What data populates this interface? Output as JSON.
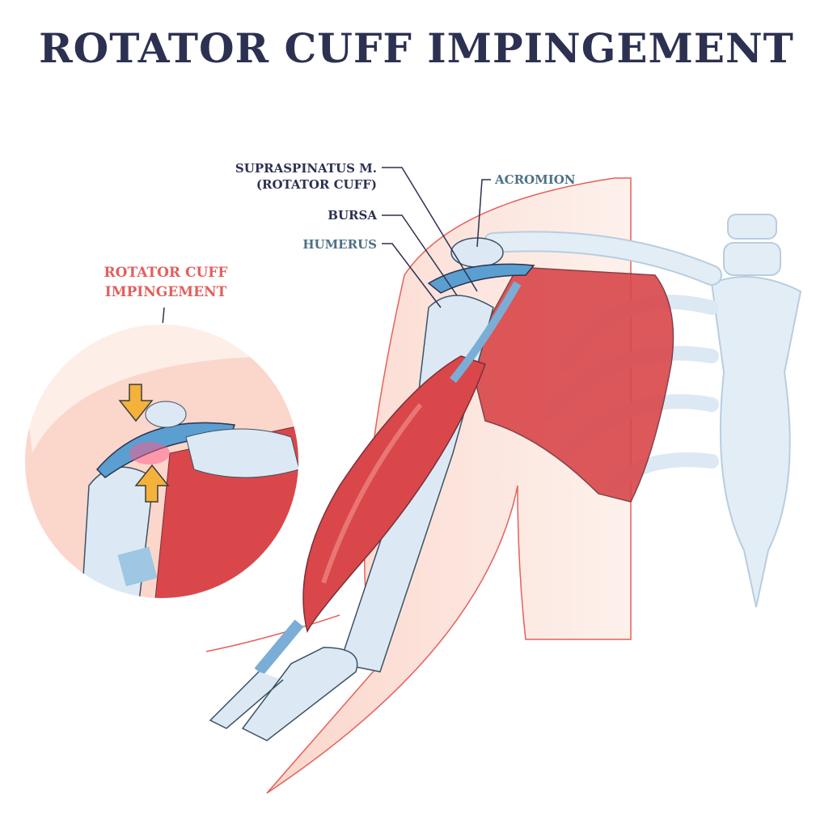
{
  "title": "ROTATOR CUFF IMPINGEMENT",
  "labels": {
    "supraspinatus_line1": "SUPRASPINATUS M.",
    "supraspinatus_line2": "(ROTATOR CUFF)",
    "bursa": "BURSA",
    "humerus": "HUMERUS",
    "acromion": "ACROMION",
    "inset_line1": "ROTATOR CUFF",
    "inset_line2": "IMPINGEMENT"
  },
  "colors": {
    "title": "#2c3152",
    "label_dark": "#2c3152",
    "label_slate": "#4c7186",
    "inset_label": "#e0605e",
    "skin": "#fbd9cf",
    "muscle": "#d9474a",
    "bone": "#d6e6f2",
    "bursa": "#5a9fd0",
    "arrow": "#f4b23a"
  }
}
